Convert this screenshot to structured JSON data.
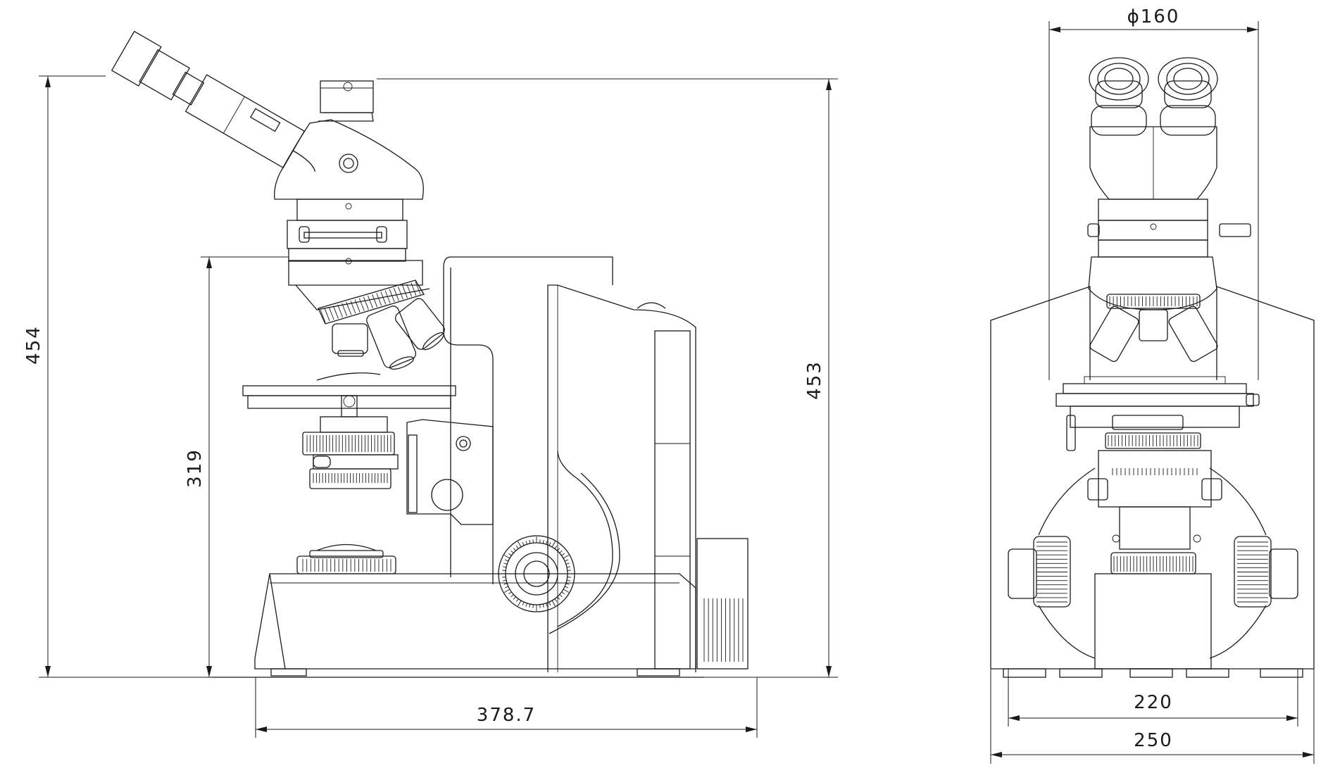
{
  "side_view": {
    "total_height_label": "454",
    "stage_height_label": "319",
    "right_height_label": "453",
    "base_width_label": "378.7"
  },
  "front_view": {
    "eyepiece_spacing_label": "ϕ160",
    "inner_width_label": "220",
    "outer_width_label": "250"
  },
  "colors": {
    "line": "#1a1a1a",
    "background": "#ffffff"
  }
}
